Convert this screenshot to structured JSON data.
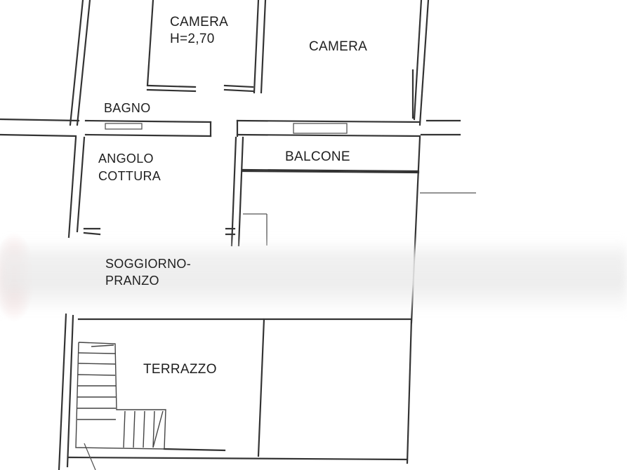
{
  "rooms": {
    "camera_1_name": "CAMERA",
    "camera_1_height": "H=2,70",
    "camera_2": "CAMERA",
    "bagno": "BAGNO",
    "angolo_cottura_1": "ANGOLO",
    "angolo_cottura_2": "COTTURA",
    "balcone": "BALCONE",
    "soggiorno_1": "SOGGIORNO-",
    "soggiorno_2": "PRANZO",
    "terrazzo": "TERRAZZO"
  },
  "colors": {
    "wall": "#333333",
    "background": "#ffffff",
    "watermark_band": "#ebebeb"
  }
}
